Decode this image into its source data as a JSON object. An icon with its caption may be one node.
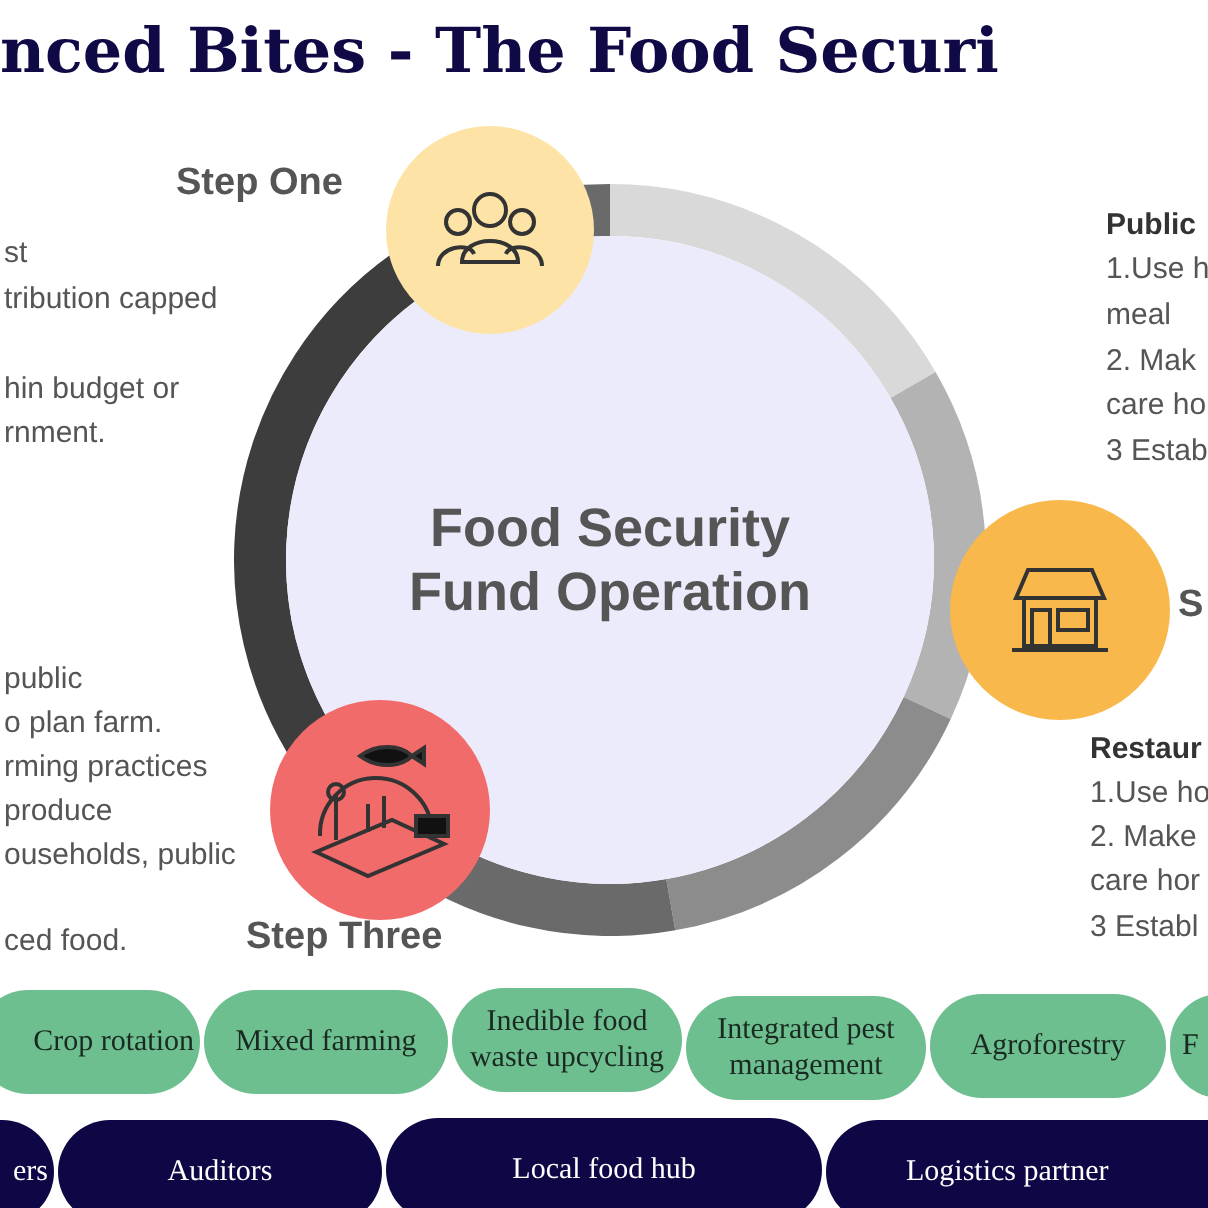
{
  "diagram": {
    "title": "nced Bites - The Food Securi",
    "nodes": [
      {
        "text": [
          "Food Security Fund Operation"
        ]
      },
      {
        "text": [
          "Step One"
        ]
      },
      {
        "text": [
          "S"
        ]
      },
      {
        "text": [
          "Step Three"
        ]
      },
      {
        "text": [
          "Crop rotation"
        ]
      },
      {
        "text": [
          "Mixed farming"
        ]
      },
      {
        "text": [
          "Inedible food waste upcycling"
        ]
      },
      {
        "text": [
          "Integrated pest management"
        ]
      },
      {
        "text": [
          "Agroforestry"
        ]
      },
      {
        "text": [
          "F"
        ]
      },
      {
        "text": [
          "ers"
        ]
      },
      {
        "text": [
          "Auditors"
        ]
      },
      {
        "text": [
          "Local food hub"
        ]
      },
      {
        "text": [
          "Logistics partner"
        ]
      }
    ],
    "edges": [],
    "labels": [
      "st",
      "tribution capped",
      "hin budget or",
      "rnment.",
      "Public",
      "1.Use h",
      "meal",
      "2. Mak",
      "care ho",
      "3 Estab",
      "public",
      "o plan farm.",
      "rming practices",
      "produce",
      "ouseholds, public",
      "ced food.",
      "Restaur",
      "1.Use ho",
      "2. Make",
      "care hor",
      "3 Establ"
    ]
  }
}
